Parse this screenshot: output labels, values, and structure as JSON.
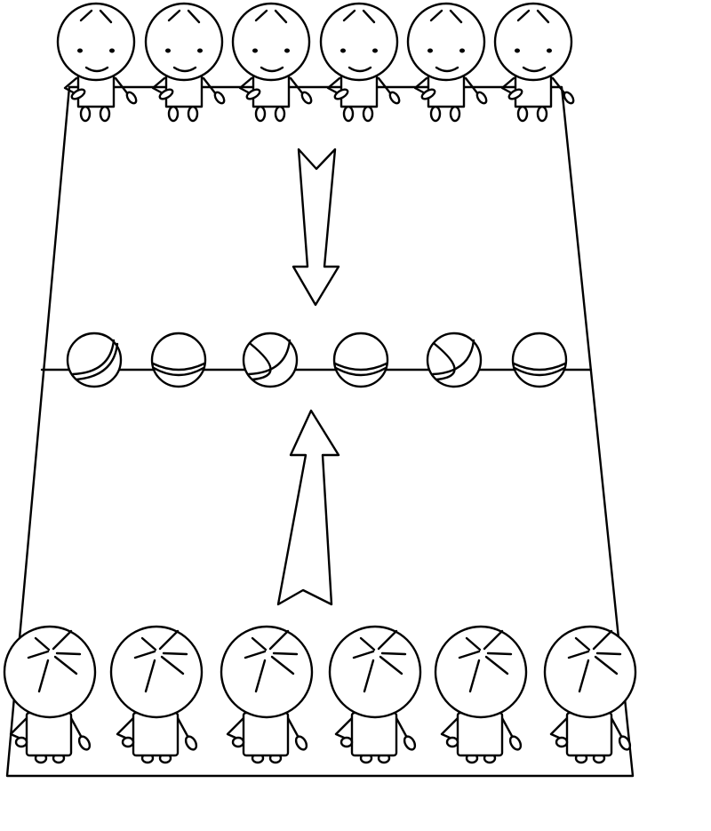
{
  "scene": {
    "stroke_color": "#000000",
    "background_color": "#ffffff",
    "top_team": {
      "count": 6,
      "face": "smiling"
    },
    "bottom_team": {
      "count": 6,
      "face": "back-of-head"
    },
    "balls": {
      "count": 6
    },
    "arrows": [
      {
        "name": "down-arrow",
        "direction": "down"
      },
      {
        "name": "up-arrow",
        "direction": "up"
      }
    ]
  }
}
